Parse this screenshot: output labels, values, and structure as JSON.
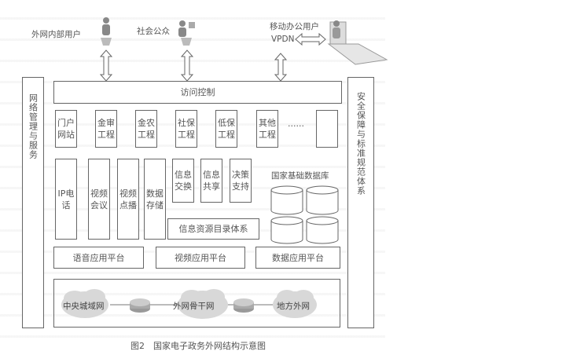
{
  "users": {
    "internal": "外网内部用户",
    "public": "社会公众",
    "mobile": "移动办公用户",
    "vpdn": "VPDN"
  },
  "access_control": "访问控制",
  "left_side": "网络管理与服务",
  "right_side": "安全保障与标准规范体系",
  "projects": [
    "门户网站",
    "金审工程",
    "金农工程",
    "社保工程",
    "低保工程",
    "其他工程"
  ],
  "ellipsis": "……",
  "services": [
    "IP电话",
    "视频会议",
    "视频点播",
    "数据存储"
  ],
  "info": [
    "信息交换",
    "信息共享",
    "决策支持"
  ],
  "catalog": "信息资源目录体系",
  "database": "国家基础数据库",
  "platforms": [
    "语音应用平台",
    "视频应用平台",
    "数据应用平台"
  ],
  "networks": [
    "中央城域网",
    "外网骨干网",
    "地方外网"
  ],
  "caption": "图2　国家电子政务外网结构示意图"
}
